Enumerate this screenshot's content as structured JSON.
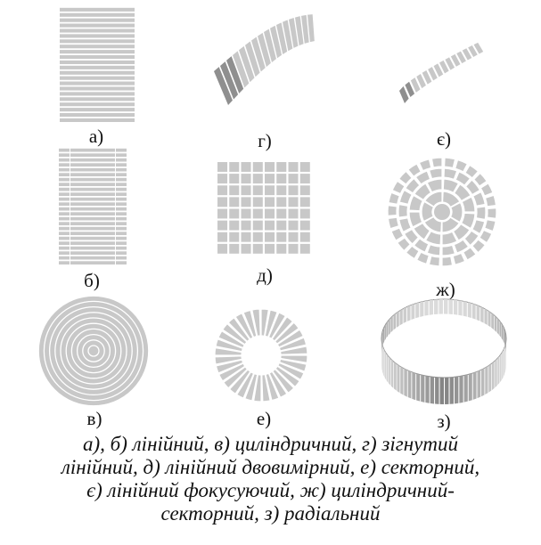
{
  "figure": {
    "labels": {
      "a": "а)",
      "b": "б)",
      "v": "в)",
      "g": "г)",
      "d": "д)",
      "e": "е)",
      "ye": "є)",
      "zh": "ж)",
      "z": "з)"
    },
    "caption_lines": [
      "а), б)  лінійний, в) циліндричний, г) зігнутий",
      "лінійний, д) лінійний двовимірний, е) секторний,",
      "є) лінійний фокусуючий, ж) циліндричний-",
      "секторний, з) радіальний"
    ],
    "colors": {
      "element": "#c8c8c8",
      "element_dark": "#8f8f8f",
      "gap": "#ffffff",
      "text": "#111111"
    }
  }
}
